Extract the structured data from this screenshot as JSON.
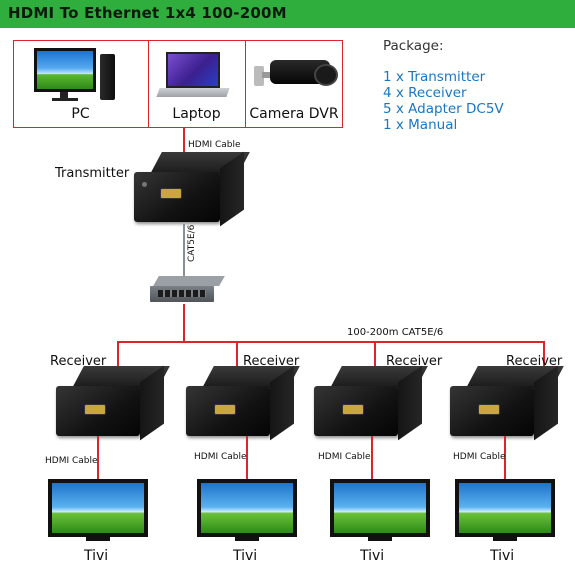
{
  "header": {
    "title": "HDMI To Ethernet 1x4 100-200M",
    "color": "#2fae3e"
  },
  "sources": [
    {
      "label": "PC",
      "icon": "desktop-pc-icon"
    },
    {
      "label": "Laptop",
      "icon": "laptop-icon"
    },
    {
      "label": "Camera DVR",
      "icon": "security-camera-icon"
    }
  ],
  "package": {
    "title": "Package:",
    "items": [
      "1 x Transmitter",
      "4 x Receiver",
      "5 x Adapter DC5V",
      "1 x Manual"
    ],
    "item_color": "#1977c1"
  },
  "transmitter": {
    "label": "Transmitter",
    "cable_label": "HDMI Cable"
  },
  "switch": {
    "cable_label": "CAT5E/6",
    "icon": "network-switch-icon"
  },
  "distribution_label": "100-200m CAT5E/6",
  "receivers": [
    {
      "label": "Receiver",
      "cable_label": "HDMI Cable",
      "display_label": "Tivi"
    },
    {
      "label": "Receiver",
      "cable_label": "HDMI Cable",
      "display_label": "Tivi"
    },
    {
      "label": "Receiver",
      "cable_label": "HDMI Cable",
      "display_label": "Tivi"
    },
    {
      "label": "Receiver",
      "cable_label": "HDMI Cable",
      "display_label": "Tivi"
    }
  ],
  "colors": {
    "wire": "#d9262c",
    "frame": "#d9262c"
  }
}
